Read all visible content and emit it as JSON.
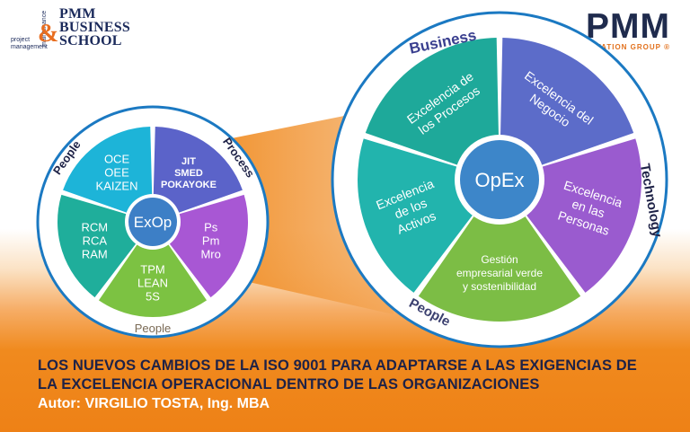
{
  "logo_left": {
    "line1": "PMM",
    "line2": "BUSINESS",
    "line3": "SCHOOL",
    "ampersand": "&",
    "word_project": "project",
    "word_management": "management",
    "word_maintenance": "maintenance"
  },
  "logo_right": {
    "name": "PMM",
    "tagline": "INNOVATION GROUP",
    "reg": "®"
  },
  "exop_wheel": {
    "center": "ExOp",
    "outer_labels": {
      "top_left": "People",
      "top_right": "Process",
      "bottom": "People"
    },
    "segments": [
      {
        "lines": [
          "OCE",
          "OEE",
          "KAIZEN"
        ],
        "color": "#1db4d8"
      },
      {
        "lines": [
          "JIT",
          "SMED",
          "POKAYOKE"
        ],
        "color": "#5b63c9"
      },
      {
        "lines": [
          "Ps",
          "Pm",
          "Mro"
        ],
        "color": "#a857d4"
      },
      {
        "lines": [
          "TPM",
          "LEAN",
          "5S"
        ],
        "color": "#7cc242"
      },
      {
        "lines": [
          "RCM",
          "RCA",
          "RAM"
        ],
        "color": "#1fae9b"
      }
    ]
  },
  "opex_wheel": {
    "center": "OpEx",
    "outer_labels": {
      "top": "Business",
      "right": "Technology",
      "bottom": "People"
    },
    "segments": [
      {
        "lines": [
          "Excelencia de",
          "los Procesos"
        ],
        "color": "#1ea99a"
      },
      {
        "lines": [
          "Excelencia del",
          "Negocio"
        ],
        "color": "#5c6cc9"
      },
      {
        "lines": [
          "Excelencia",
          "en las",
          "Personas"
        ],
        "color": "#9a5bcf"
      },
      {
        "lines": [
          "Gestión",
          "empresarial verde",
          "y sostenibilidad"
        ],
        "color": "#7cbd45"
      },
      {
        "lines": [
          "Excelencia",
          "de los",
          "Activos"
        ],
        "color": "#22b4ad"
      }
    ]
  },
  "title": {
    "line1": "LOS NUEVOS CAMBIOS DE LA ISO 9001 PARA ADAPTARSE A LAS EXIGENCIAS DE",
    "line2": "LA EXCELENCIA OPERACIONAL DENTRO DE LAS ORGANIZACIONES",
    "author_label": "Autor:",
    "author_name": "VIRGILIO TOSTA, Ing. MBA"
  },
  "colors": {
    "ring": "#1b79c2",
    "orange": "#ef8a1f",
    "navy": "#1e2247",
    "accent_label": "#3a3f8f"
  }
}
